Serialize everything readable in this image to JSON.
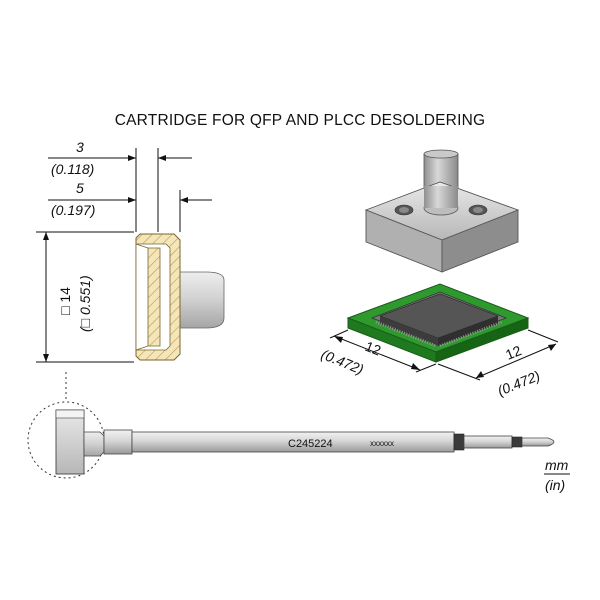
{
  "title": "CARTRIDGE FOR QFP AND PLCC DESOLDERING",
  "dimensions": {
    "depth_inner": {
      "mm": "3",
      "in": "(0.118)"
    },
    "depth_outer": {
      "mm": "5",
      "in": "(0.197)"
    },
    "square_size": {
      "mm": "□ 14",
      "in": "(□ 0.551)"
    },
    "chip_width": {
      "mm": "12",
      "in": "(0.472)"
    },
    "chip_depth": {
      "mm": "12",
      "in": "(0.472)"
    }
  },
  "part_number": "C245224",
  "part_suffix": "xxxxxx",
  "units": {
    "mm": "mm",
    "in": "(in)"
  },
  "colors": {
    "brass": "#f3e3b0",
    "pcb_green": "#2e9a2e",
    "chip_dark": "#555555",
    "steel": "#c8c8c8"
  }
}
